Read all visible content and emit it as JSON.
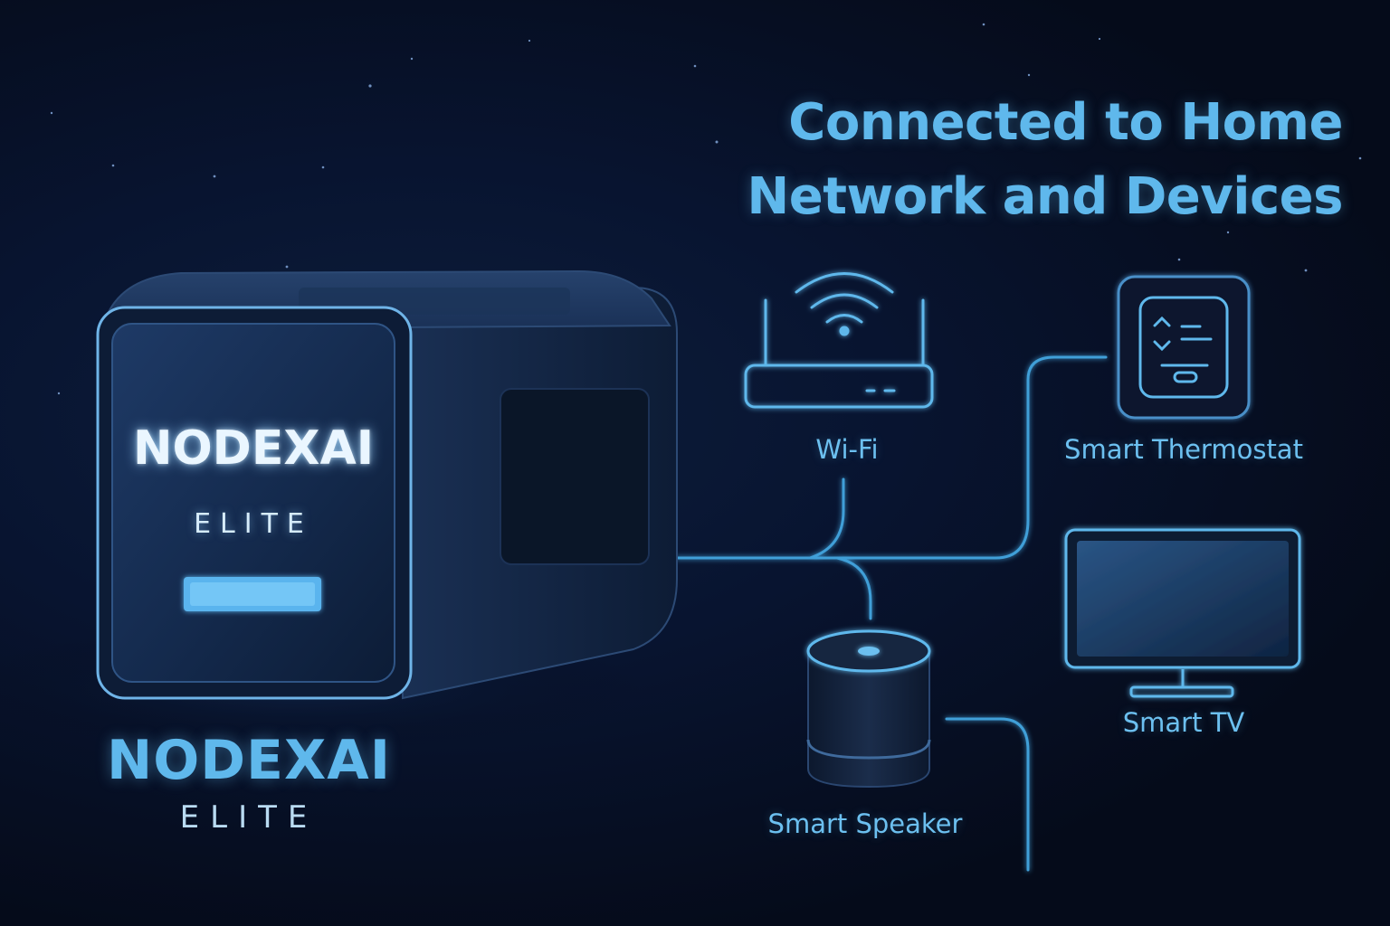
{
  "headline": {
    "line1": "Connected to Home",
    "line2": "Network and Devices"
  },
  "hub": {
    "front_name": "NODEXAI",
    "front_sub": "ELITE"
  },
  "brand": {
    "name": "NODEXAI",
    "sub": "ELITE"
  },
  "devices": {
    "wifi": {
      "label": "Wi-Fi",
      "icon": "wifi-router-icon"
    },
    "thermostat": {
      "label": "Smart Thermostat",
      "icon": "thermostat-icon"
    },
    "tv": {
      "label": "Smart TV",
      "icon": "tv-icon"
    },
    "speaker": {
      "label": "Smart Speaker",
      "icon": "smart-speaker-icon"
    }
  },
  "colors": {
    "accent": "#5fb8ec",
    "line": "#3f9fd8",
    "background": "#050b1a",
    "hub_indicator": "#5ab4ee"
  }
}
